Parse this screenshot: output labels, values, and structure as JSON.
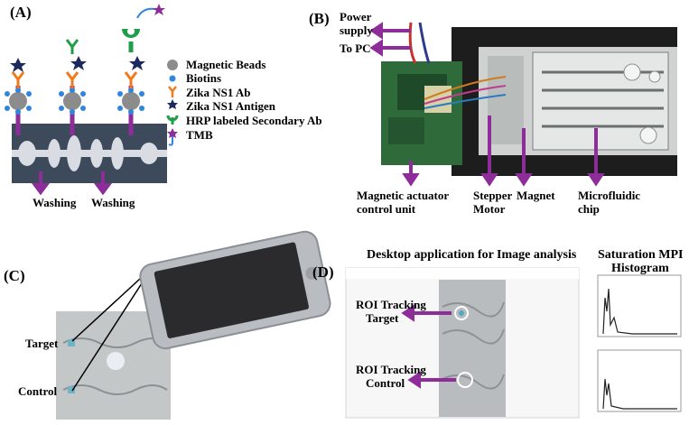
{
  "panels": {
    "a": {
      "letter": "(A)",
      "legend": [
        {
          "label": "Magnetic Beads",
          "icon": "magnetic-bead-icon",
          "color": "#8c8c8c"
        },
        {
          "label": "Biotins",
          "icon": "biotin-icon",
          "color": "#2e86de"
        },
        {
          "label": "Zika NS1 Ab",
          "icon": "antibody-icon",
          "color": "#f07a1a"
        },
        {
          "label": "Zika NS1 Antigen",
          "icon": "antigen-icon",
          "color": "#1b2a5c"
        },
        {
          "label": "HRP labeled Secondary Ab",
          "icon": "secondary-antibody-icon",
          "color": "#1f9e4a"
        },
        {
          "label": "TMB",
          "icon": "tmb-icon",
          "color": "#8e2c9a"
        }
      ],
      "washing_1": "Washing",
      "washing_2": "Washing"
    },
    "b": {
      "letter": "(B)",
      "power_supply_line1": "Power",
      "power_supply_line2": "supply",
      "to_pc": "To PC",
      "actuator_line1": "Magnetic actuator",
      "actuator_line2": "control unit",
      "stepper_line1": "Stepper",
      "stepper_line2": "Motor",
      "magnet": "Magnet",
      "chip_line1": "Microfluidic",
      "chip_line2": "chip"
    },
    "c": {
      "letter": "(C)",
      "target": "Target",
      "control": "Control"
    },
    "d": {
      "letter": "(D)",
      "desktop_title": "Desktop application for Image analysis",
      "histogram_title_line1": "Saturation MPI",
      "histogram_title_line2": "Histogram",
      "roi_target_line1": "ROI Tracking",
      "roi_target_line2": "Target",
      "roi_control_line1": "ROI Tracking",
      "roi_control_line2": "Control"
    }
  },
  "colors": {
    "arrow": "#8e2c9a",
    "channel_bg": "#3c4a5c",
    "board_green": "#2f6b3a"
  }
}
